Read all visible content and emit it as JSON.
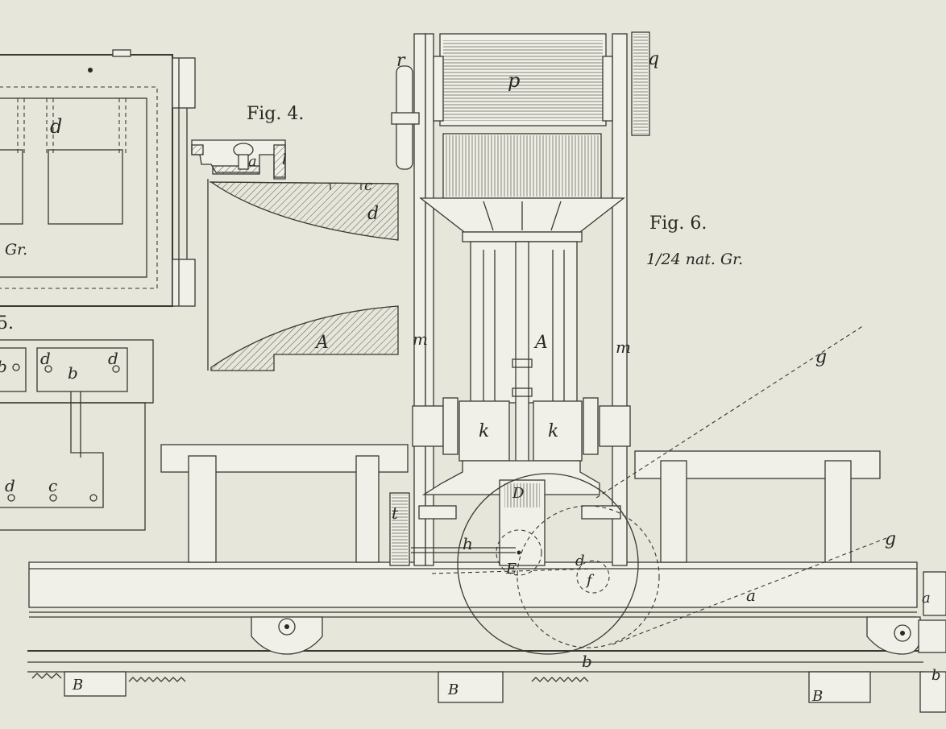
{
  "figures": {
    "fig4": {
      "title": "Fig. 4."
    },
    "fig5": {
      "title_fragment": "5."
    },
    "fig6": {
      "title": "Fig. 6.",
      "scale": "1/24 nat. Gr."
    },
    "fig3_fragment": {
      "scale_fragment": "Gr."
    }
  },
  "labels": {
    "fig3": {
      "d": "d"
    },
    "fig4": {
      "a": "a",
      "l": "l",
      "c": "c",
      "d": "d",
      "A": "A"
    },
    "fig5": {
      "b1": "b",
      "d1": "d",
      "b2": "b",
      "d2": "d",
      "d3": "d",
      "c": "c"
    },
    "fig6": {
      "r": "r",
      "q": "q",
      "p": "p",
      "m_left": "m",
      "m_right": "m",
      "A": "A",
      "k_left": "k",
      "k_right": "k",
      "D": "D",
      "t": "t",
      "h": "h",
      "E": "E",
      "d": "d",
      "f": "f",
      "g_upper": "g",
      "g_lower": "g",
      "a": "a",
      "b": "b",
      "B1": "B",
      "B2": "B",
      "B3": "B",
      "edge_a": "a",
      "edge_b": "b"
    }
  },
  "colors": {
    "paper": "#e7e6db",
    "ink": "#3a3832"
  }
}
